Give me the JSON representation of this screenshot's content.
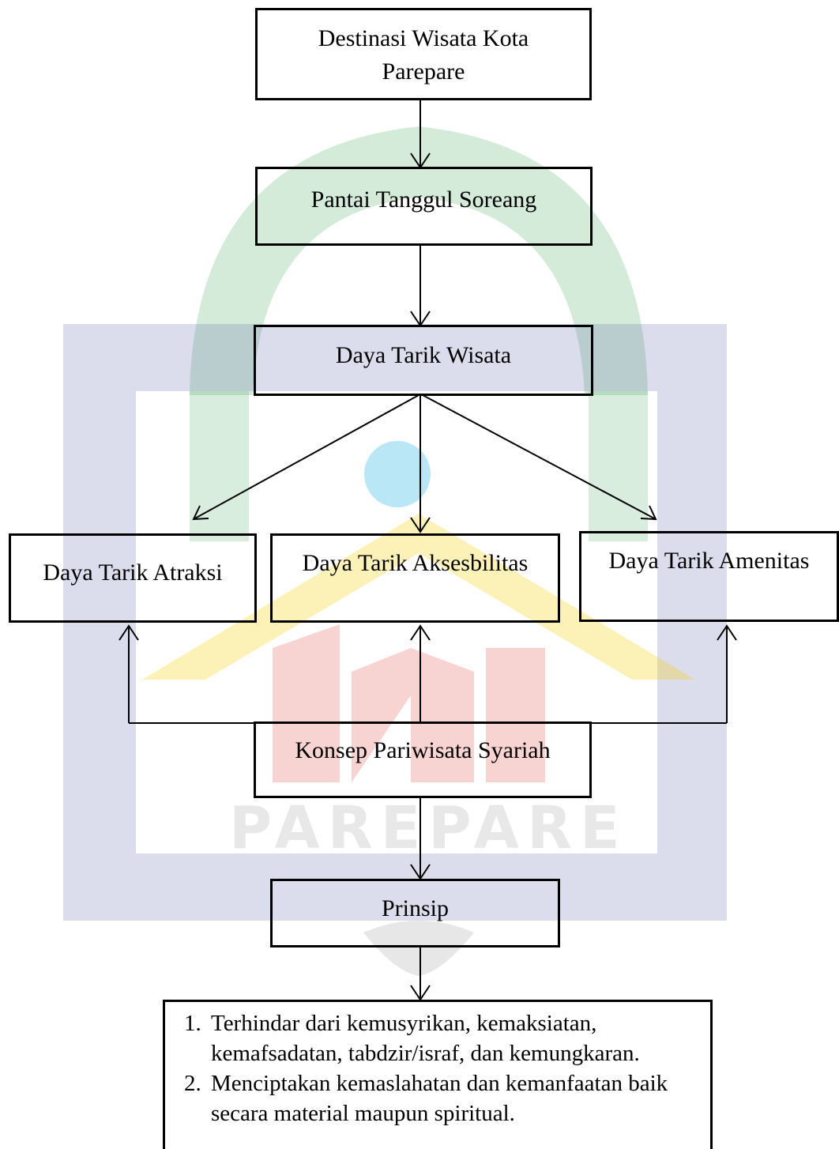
{
  "watermark": {
    "text": "PAREPARE",
    "colors": {
      "green": "#2e9a47",
      "blue": "#4a4fa0",
      "yellow": "#f4d000",
      "red": "#d9281f",
      "cyan": "#29b3e0"
    }
  },
  "nodes": {
    "destinasi": "Destinasi Wisata Kota Parepare",
    "pantai": "Pantai Tanggul Soreang",
    "daya_tarik_wisata": "Daya Tarik Wisata",
    "atraksi": "Daya Tarik Atraksi",
    "aksesbilitas": "Daya Tarik Aksesbilitas",
    "amenitas": "Daya Tarik Amenitas",
    "konsep": "Konsep Pariwisata Syariah",
    "prinsip": "Prinsip"
  },
  "principles": [
    {
      "num": "1.",
      "text": "Terhindar dari kemusyrikan, kemaksiatan, kemafsadatan, tabdzir/israf, dan kemungkaran."
    },
    {
      "num": "2.",
      "text": "Menciptakan  kemaslahatan dan kemanfaatan baik secara material maupun spiritual."
    }
  ]
}
